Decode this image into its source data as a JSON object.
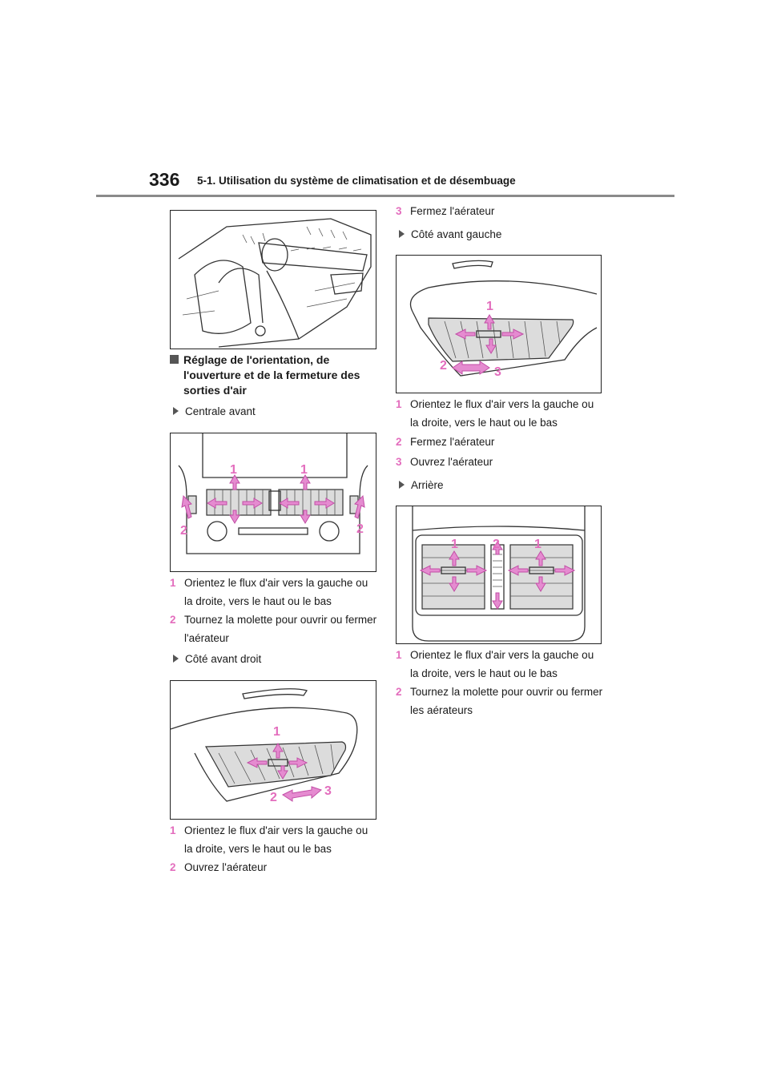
{
  "header": {
    "page_number": "336",
    "section_title": "5-1. Utilisation du système de climatisation et de désembuage"
  },
  "heading": "Réglage de l'orientation, de l'ouverture et de la fermeture des sorties d'air",
  "sections": {
    "centrale_avant": {
      "label": "Centrale avant",
      "fig_labels": [
        "1",
        "1",
        "2",
        "2"
      ],
      "steps": [
        {
          "num": "1",
          "text": "Orientez le flux d'air vers la gauche ou la droite, vers le haut ou le bas"
        },
        {
          "num": "2",
          "text": "Tournez la molette pour ouvrir ou fermer l'aérateur"
        }
      ]
    },
    "cote_avant_droit": {
      "label": "Côté avant droit",
      "fig_labels": [
        "1",
        "2",
        "3"
      ],
      "steps": [
        {
          "num": "1",
          "text": "Orientez le flux d'air vers la gauche ou la droite, vers le haut ou le bas"
        },
        {
          "num": "2",
          "text": "Ouvrez l'aérateur"
        },
        {
          "num": "3",
          "text": "Fermez l'aérateur"
        }
      ]
    },
    "cote_avant_gauche": {
      "label": "Côté avant gauche",
      "fig_labels": [
        "1",
        "2",
        "3"
      ],
      "steps": [
        {
          "num": "1",
          "text": "Orientez le flux d'air vers la gauche ou la droite, vers le haut ou le bas"
        },
        {
          "num": "2",
          "text": "Fermez l'aérateur"
        },
        {
          "num": "3",
          "text": "Ouvrez l'aérateur"
        }
      ]
    },
    "arriere": {
      "label": "Arrière",
      "fig_labels": [
        "1",
        "2",
        "1"
      ],
      "steps": [
        {
          "num": "1",
          "text": "Orientez le flux d'air vers la gauche ou la droite, vers le haut ou le bas"
        },
        {
          "num": "2",
          "text": "Tournez la molette pour ouvrir ou fermer les aérateurs"
        }
      ]
    }
  },
  "colors": {
    "accent": "#e36dbd",
    "arrow_fill": "#e58bd0",
    "rule": "#8a8a8a"
  }
}
